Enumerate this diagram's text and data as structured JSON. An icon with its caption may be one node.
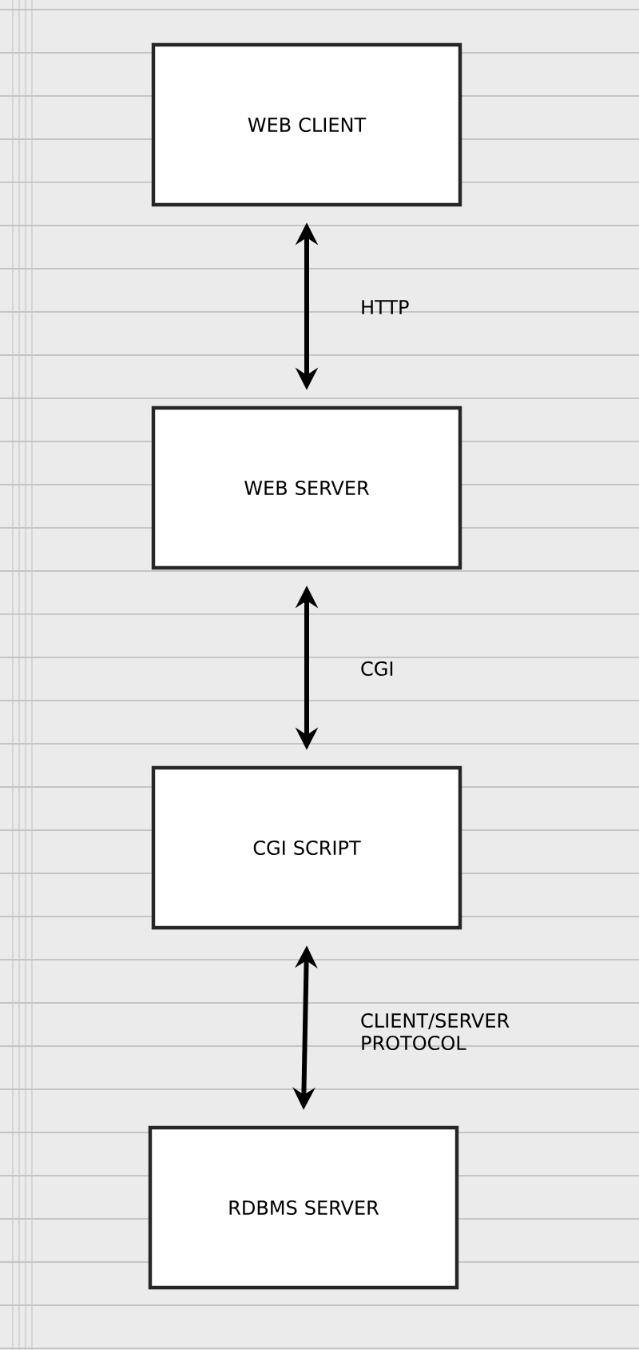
{
  "diagram": {
    "nodes": [
      {
        "text": [
          "WEB CLIENT"
        ]
      },
      {
        "text": [
          "WEB SERVER"
        ]
      },
      {
        "text": [
          "CGI SCRIPT"
        ]
      },
      {
        "text": [
          "RDBMS SERVER"
        ]
      }
    ],
    "edges": [
      {
        "from": 0,
        "to": 1,
        "arrow": "both",
        "label": "HTTP"
      },
      {
        "from": 1,
        "to": 2,
        "arrow": "both",
        "label": "CGI"
      },
      {
        "from": 2,
        "to": 3,
        "arrow": "both",
        "label": "CLIENT/SERVER PROTOCOL"
      }
    ]
  }
}
